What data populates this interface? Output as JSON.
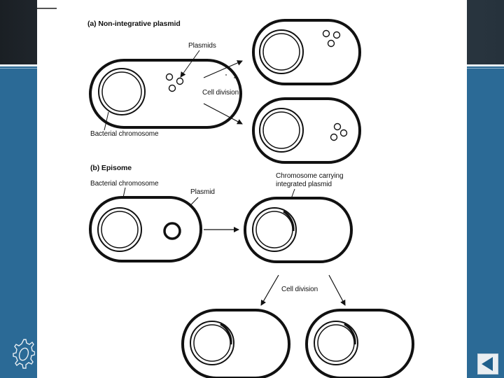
{
  "diagram": {
    "section_a": {
      "title": "(a) Non-integrative plasmid",
      "plasmids_label": "Plasmids",
      "division_label": "Cell division",
      "chromosome_label": "Bacterial chromosome"
    },
    "section_b": {
      "title": "(b) Episome",
      "chromosome_label": "Bacterial chromosome",
      "plasmid_label": "Plasmid",
      "integrated_label_line1": "Chromosome carrying",
      "integrated_label_line2": "integrated plasmid",
      "division_label": "Cell division"
    }
  },
  "icons": {
    "gear": "gear-icon",
    "back": "back-arrow-icon"
  },
  "colors": {
    "background": "#2b6a96",
    "panel": "#ffffff",
    "nav_arrow": "#1f5f8c"
  }
}
